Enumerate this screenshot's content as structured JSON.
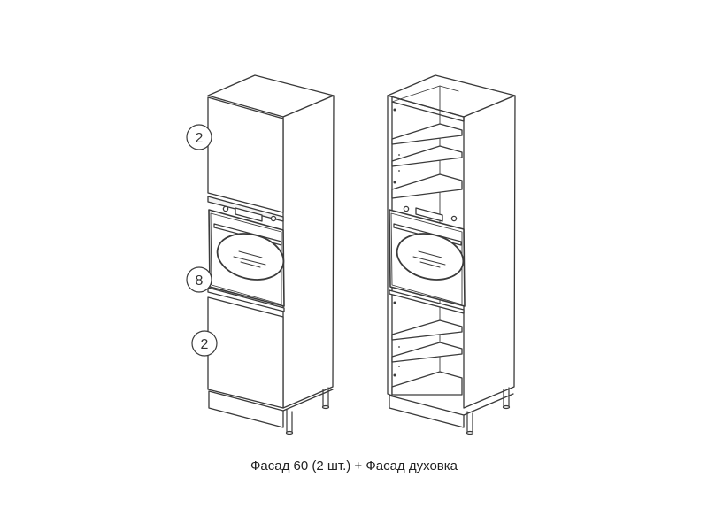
{
  "callouts": {
    "top_facade": "2",
    "oven_facade": "8",
    "bottom_facade": "2"
  },
  "caption": "Фасад 60 (2 шт.) + Фасад духовка",
  "colors": {
    "line": "#3a3a3a",
    "panel_light": "#ffffff",
    "panel_shade": "#f4f4f4",
    "oven_dark": "#2a2a2a"
  }
}
